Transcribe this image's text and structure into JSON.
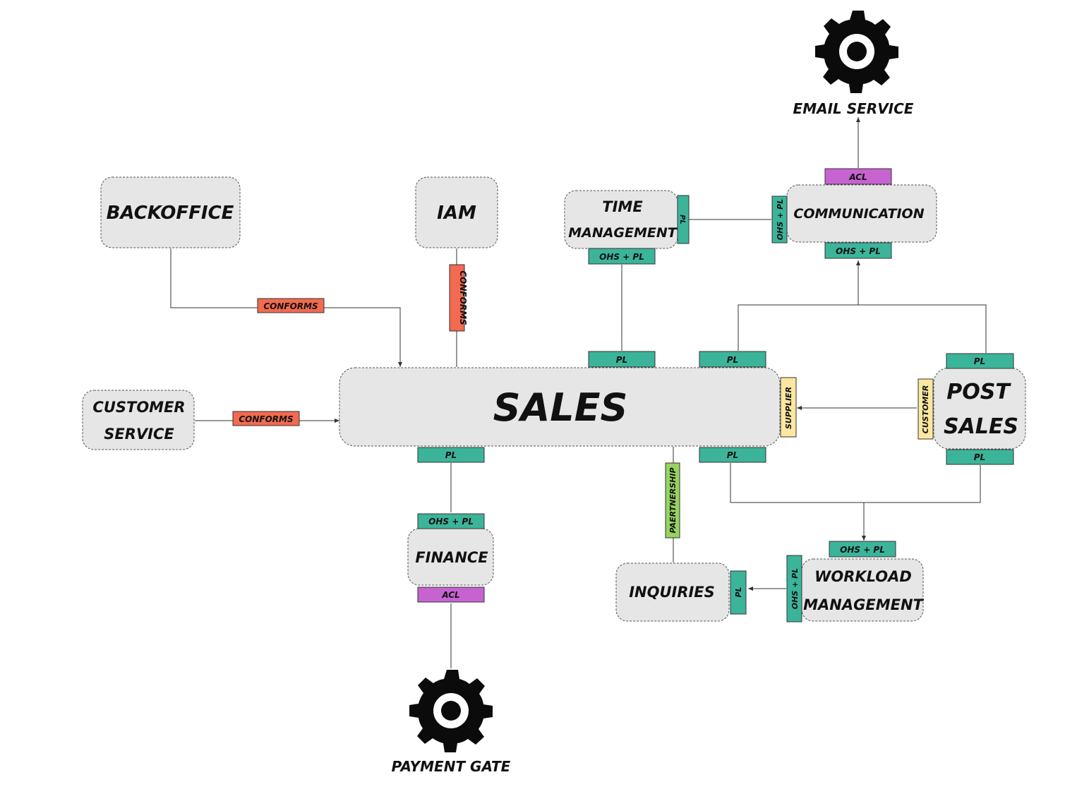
{
  "colors": {
    "context_fill": "#e6e6e6",
    "context_border": "#555555",
    "conforms": "#f26a4f",
    "pl": "#3cb49a",
    "acl": "#c663d1",
    "supplier": "#fbe7a0",
    "partnership": "#96d35f",
    "edge": "#333333"
  },
  "contexts": {
    "backoffice": "BACKOFFICE",
    "iam": "IAM",
    "time_management": [
      "TIME",
      "MANAGEMENT"
    ],
    "communication": "COMMUNICATION",
    "customer_service": [
      "CUSTOMER",
      "SERVICE"
    ],
    "sales": "SALES",
    "post_sales": [
      "POST",
      "SALES"
    ],
    "finance": "FINANCE",
    "inquiries": "INQUIRIES",
    "workload_management": [
      "WORKLOAD",
      "MANAGEMENT"
    ]
  },
  "services": {
    "email": {
      "label": "EMAIL SERVICE",
      "icon": "gear-icon"
    },
    "payment": {
      "label": "PAYMENT GATE",
      "icon": "gear-icon"
    }
  },
  "tags": {
    "conforms": "CONFORMS",
    "pl": "PL",
    "ohs_pl": "OHS + PL",
    "acl": "ACL",
    "supplier": "SUPPLIER",
    "customer": "CUSTOMER",
    "partnership": "PAERTNERSHIP"
  }
}
